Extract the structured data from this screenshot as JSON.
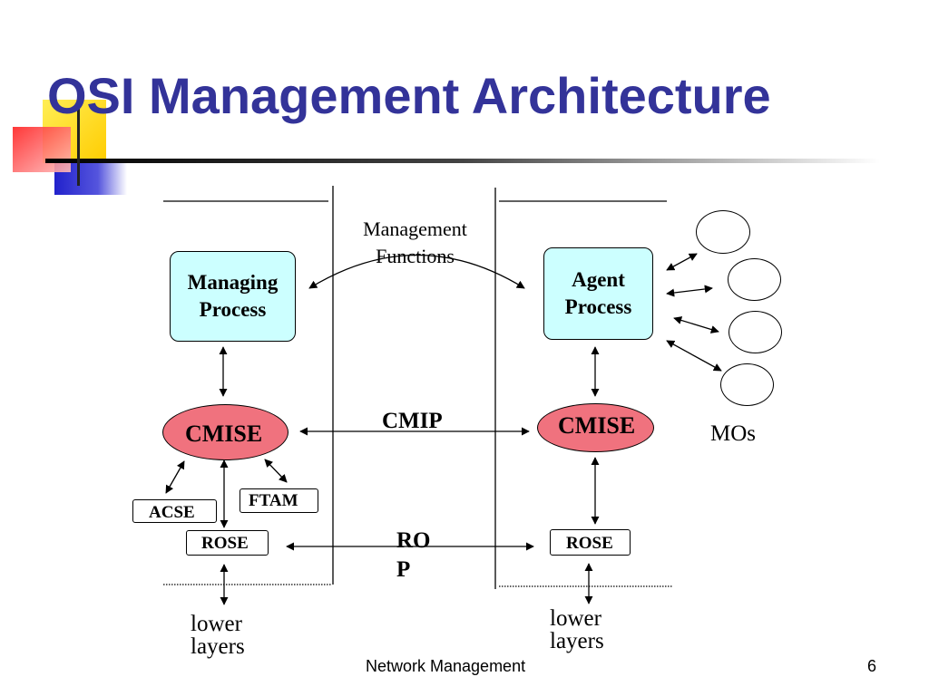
{
  "slide": {
    "title": "OSI Management Architecture",
    "footer": "Network Management",
    "page_number": "6"
  },
  "diagram": {
    "managing_process": "Managing Process",
    "agent_process": "Agent Process",
    "management_functions": "Management Functions",
    "left_cmise": "CMISE",
    "right_cmise": "CMISE",
    "cmip": "CMIP",
    "acse": "ACSE",
    "ftam": "FTAM",
    "left_rose": "ROSE",
    "right_rose": "ROSE",
    "rop": "ROP",
    "left_lower_layers": "lower layers",
    "right_lower_layers": "lower layers",
    "mos": "MOs"
  },
  "colors": {
    "title": "#333399",
    "process_box": "#ccffff",
    "cmise": "#f0727e",
    "deco_red": "#ff3333",
    "deco_yellow": "#ffdd00",
    "deco_blue": "#3333cc"
  }
}
